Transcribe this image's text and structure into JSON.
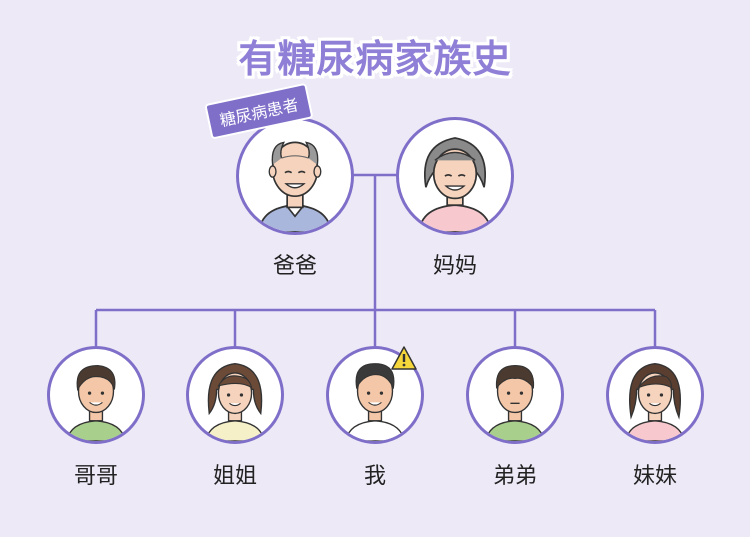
{
  "title": "有糖尿病家族史",
  "badge": "糖尿病患者",
  "parents": [
    {
      "key": "father",
      "label": "爸爸"
    },
    {
      "key": "mother",
      "label": "妈妈"
    }
  ],
  "children": [
    {
      "key": "older-brother",
      "label": "哥哥"
    },
    {
      "key": "older-sister",
      "label": "姐姐"
    },
    {
      "key": "me",
      "label": "我"
    },
    {
      "key": "younger-brother",
      "label": "弟弟"
    },
    {
      "key": "younger-sister",
      "label": "妹妹"
    }
  ],
  "colors": {
    "background": "#ede9f7",
    "accent": "#7f6fc9",
    "title": "#8f7fd6",
    "warning": "#f5d63b"
  },
  "icons": {
    "warning": "warning-icon"
  }
}
